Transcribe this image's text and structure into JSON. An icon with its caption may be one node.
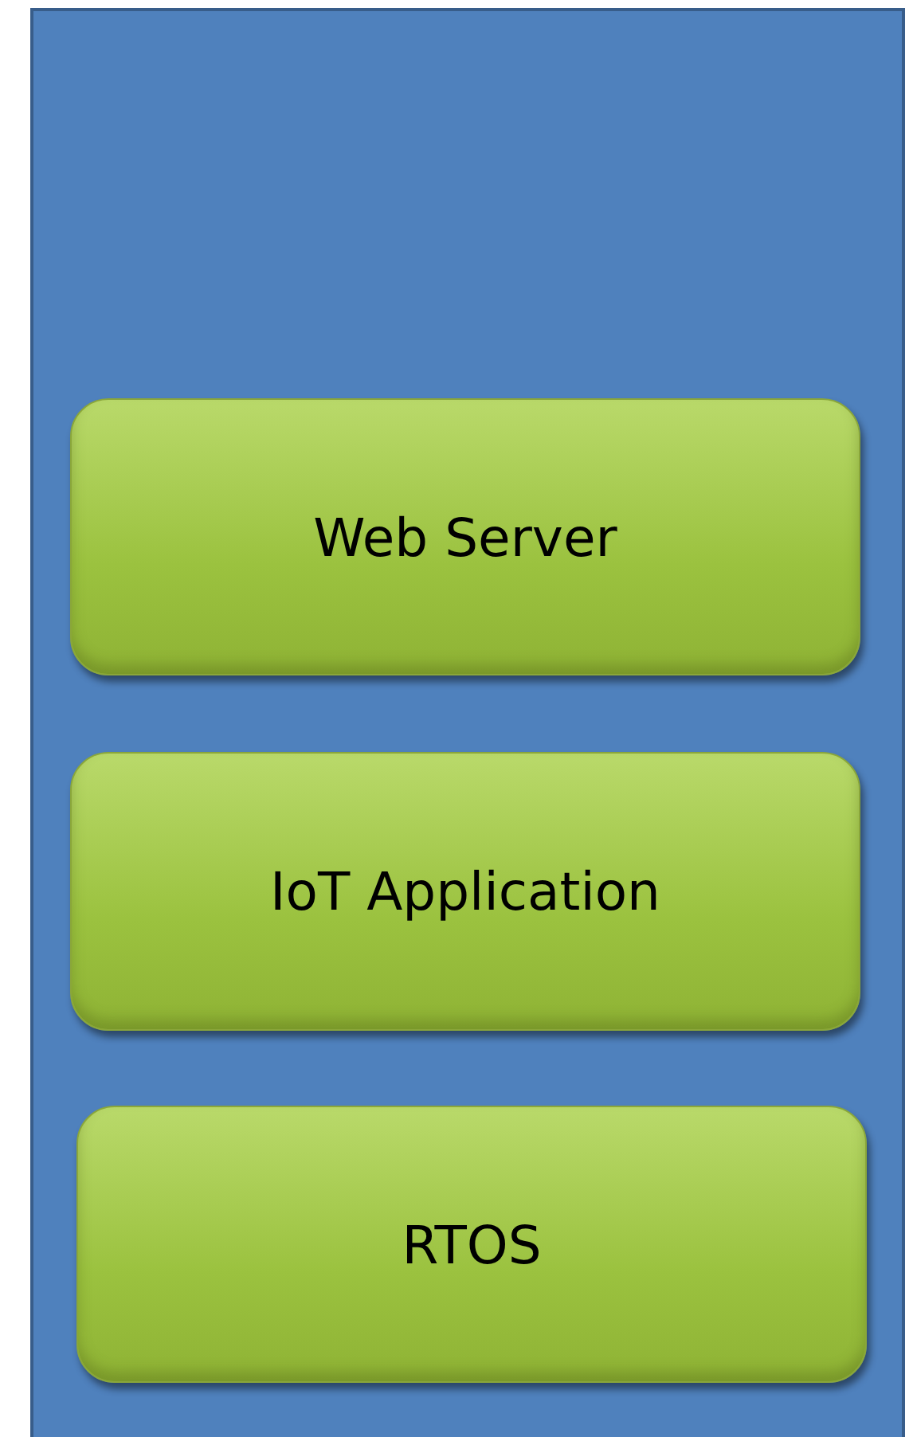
{
  "diagram": {
    "nodes": [
      {
        "text": [],
        "shape": "box"
      },
      {
        "text": [
          "Web Server"
        ],
        "in": 0
      },
      {
        "text": [
          "IoT Application"
        ],
        "in": 0
      },
      {
        "text": [
          "RTOS"
        ],
        "in": 0
      }
    ]
  }
}
